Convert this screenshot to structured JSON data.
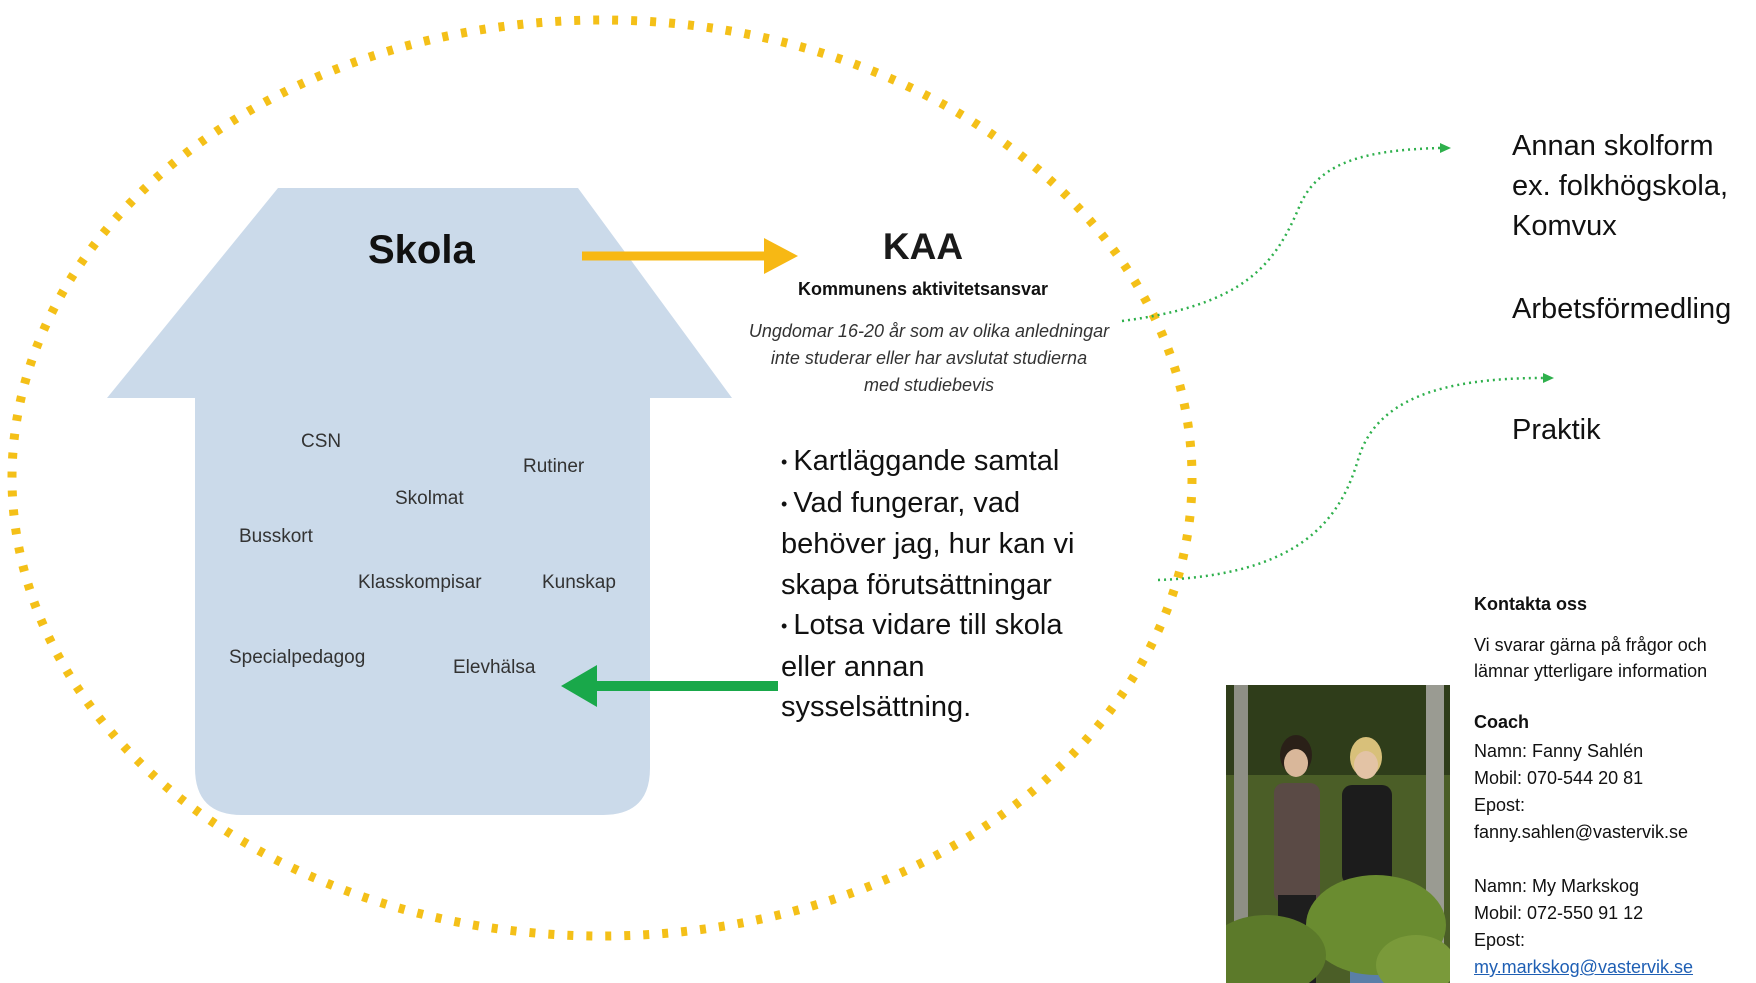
{
  "house": {
    "title": "Skola",
    "items": [
      "CSN",
      "Rutiner",
      "Skolmat",
      "Busskort",
      "Klasskompisar",
      "Kunskap",
      "Specialpedagog",
      "Elevhälsa"
    ]
  },
  "kaa": {
    "title": "KAA",
    "subtitle": "Kommunens aktivitetsansvar",
    "description_lines": [
      "Ungdomar 16-20 år som av olika anledningar",
      "inte studerar eller har  avslutat studierna",
      "med studiebevis"
    ]
  },
  "bullets": [
    "Kartläggande samtal",
    "Vad fungerar,  vad behöver jag, hur kan vi skapa förutsättningar",
    "Lotsa vidare till skola eller annan sysselsättning."
  ],
  "options": {
    "school_lines": [
      "Annan skolform",
      "ex. folkhögskola,",
      "Komvux"
    ],
    "employment": "Arbetsförmedling",
    "internship": "Praktik"
  },
  "contact": {
    "heading": "Kontakta oss",
    "intro_lines": [
      "Vi svarar gärna på frågor och",
      "lämnar ytterligare information"
    ],
    "role": "Coach",
    "people": [
      {
        "name": "Namn: Fanny Sahlén",
        "mobile": "Mobil: 070-544 20 81",
        "email_label": "Epost:",
        "email": "fanny.sahlen@vastervik.se"
      },
      {
        "name": "Namn: My Markskog",
        "mobile": "Mobil: 072-550 91 12",
        "email_label": "Epost:",
        "email": "my.markskog@vastervik.se"
      }
    ]
  },
  "colors": {
    "house": "#cbdaea",
    "dots": "#f4c018",
    "arrow_yellow": "#f7b814",
    "arrow_green": "#19a84a",
    "path_green": "#2eb04c"
  }
}
